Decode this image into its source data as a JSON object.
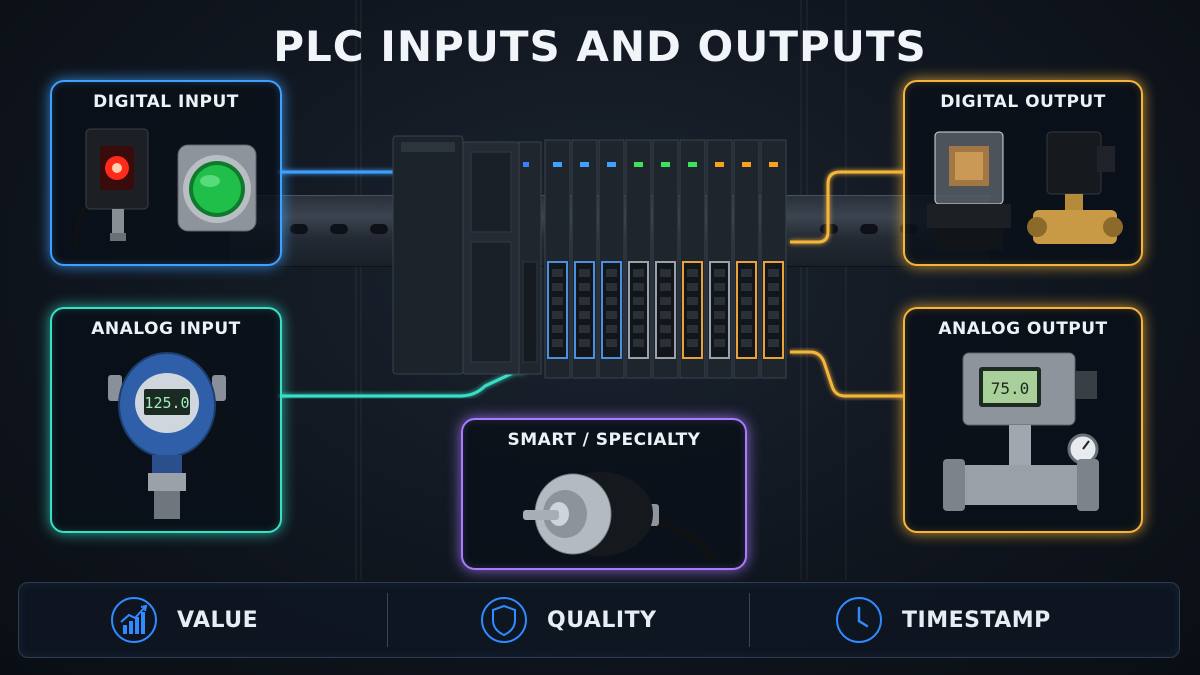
{
  "title": "PLC INPUTS AND OUTPUTS",
  "boxes": {
    "digital_input": "DIGITAL INPUT",
    "analog_input": "ANALOG INPUT",
    "digital_output": "DIGITAL OUTPUT",
    "analog_output": "ANALOG OUTPUT",
    "smart_specialty": "SMART / SPECIALTY"
  },
  "devices": {
    "pressure_transmitter_display": "125.0",
    "valve_actuator_display": "75.0"
  },
  "metrics": {
    "value": "VALUE",
    "quality": "QUALITY",
    "timestamp": "TIMESTAMP"
  },
  "colors": {
    "digital_input": "#3fa0ff",
    "analog_input": "#39e0c8",
    "digital_output": "#f6b53a",
    "analog_output": "#f6b53a",
    "smart_specialty": "#a97cff"
  }
}
